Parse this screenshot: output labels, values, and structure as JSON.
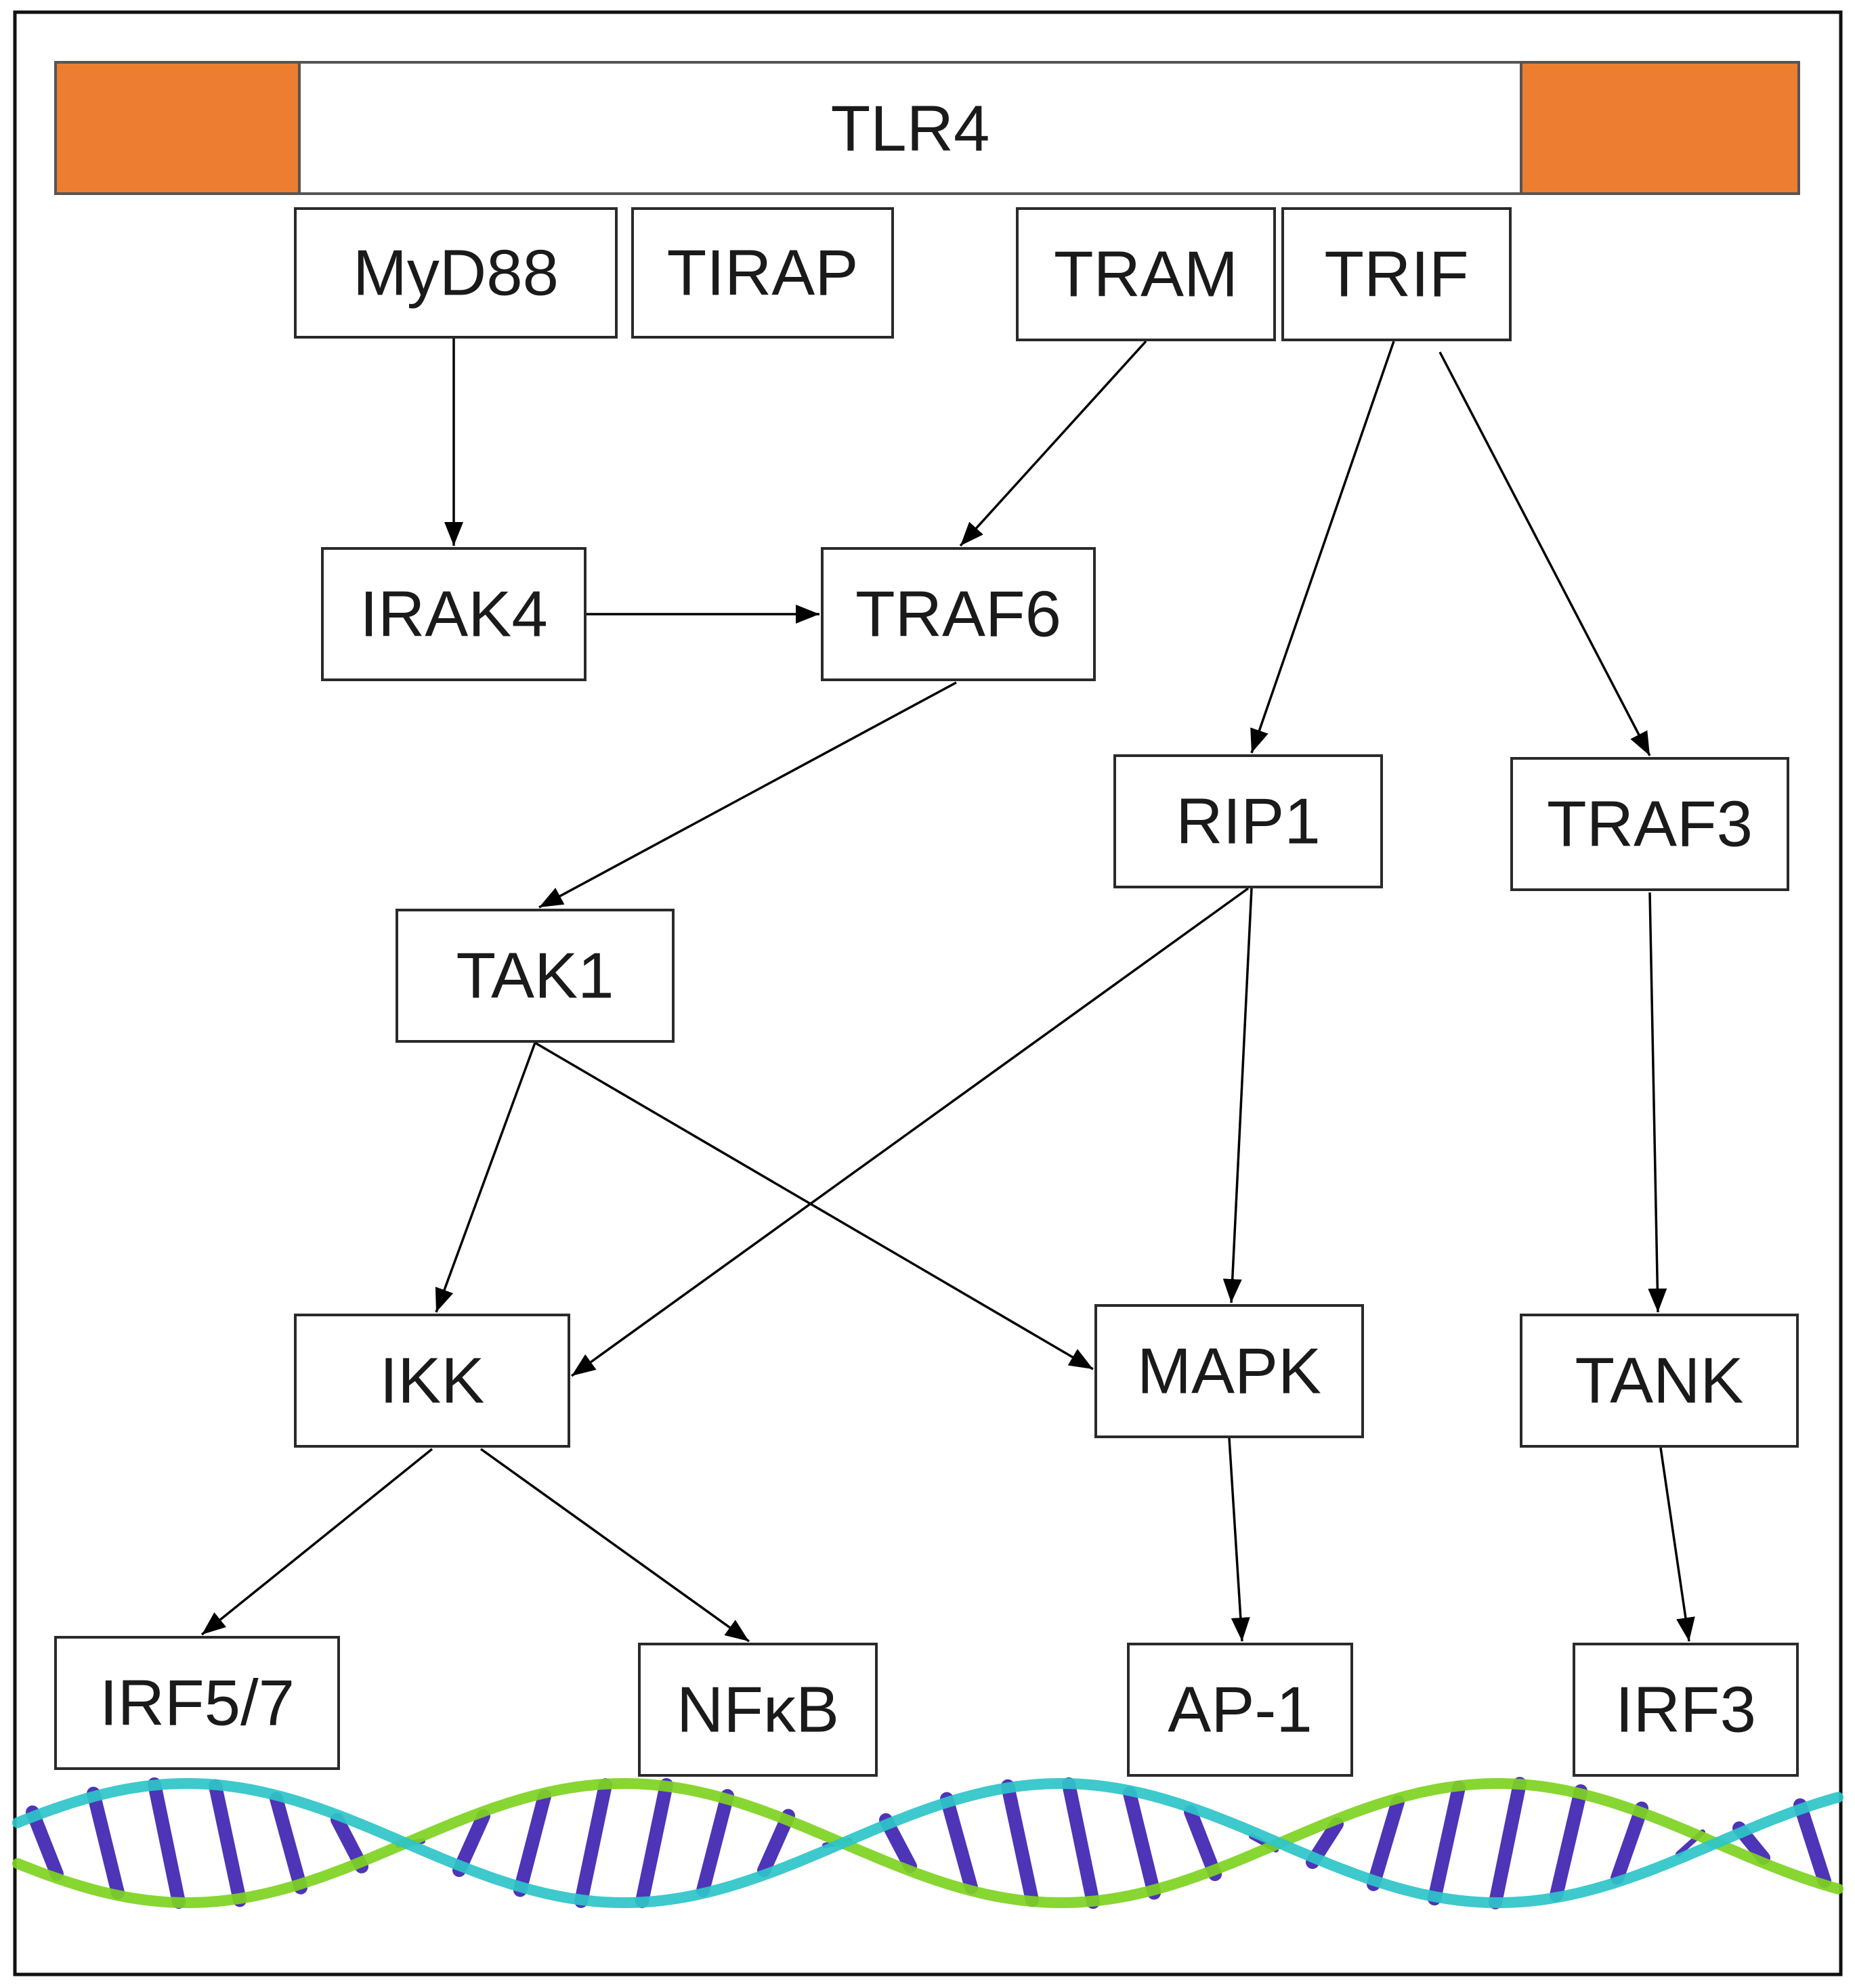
{
  "diagram": {
    "receptor": {
      "label": "TLR4",
      "accent_color": "#ED7D31"
    },
    "nodes": {
      "myd88": "MyD88",
      "tirap": "TIRAP",
      "tram": "TRAM",
      "trif": "TRIF",
      "irak4": "IRAK4",
      "traf6": "TRAF6",
      "rip1": "RIP1",
      "traf3": "TRAF3",
      "tak1": "TAK1",
      "ikk": "IKK",
      "mapk": "MAPK",
      "tank": "TANK",
      "irf57": "IRF5/7",
      "nfkb": "NFκB",
      "ap1": "AP-1",
      "irf3": "IRF3"
    },
    "edges": [
      [
        "myd88",
        "irak4"
      ],
      [
        "tram",
        "traf6"
      ],
      [
        "trif",
        "rip1"
      ],
      [
        "trif",
        "traf3"
      ],
      [
        "irak4",
        "traf6"
      ],
      [
        "traf6",
        "tak1"
      ],
      [
        "rip1",
        "ikk"
      ],
      [
        "rip1",
        "mapk"
      ],
      [
        "traf3",
        "tank"
      ],
      [
        "tak1",
        "ikk"
      ],
      [
        "tak1",
        "mapk"
      ],
      [
        "ikk",
        "irf57"
      ],
      [
        "ikk",
        "nfkb"
      ],
      [
        "mapk",
        "ap1"
      ],
      [
        "tank",
        "irf3"
      ]
    ],
    "dna_colors": {
      "strand_a": "#7ED321",
      "strand_b": "#2EC4C8",
      "rungs": "#3B1FB0"
    }
  }
}
